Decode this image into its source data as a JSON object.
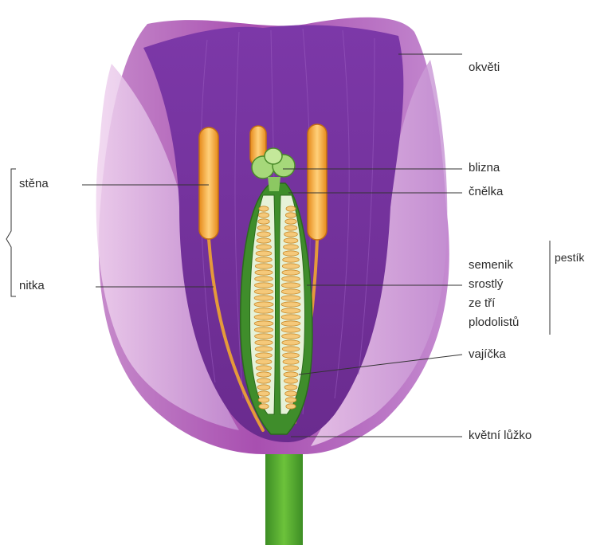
{
  "labels": {
    "okveti": "okvěti",
    "blizna": "blizna",
    "cnelka": "čnělka",
    "semenik": [
      "semenik",
      "srostlý",
      "ze tří",
      "plodolistů"
    ],
    "pestik": "pestík",
    "vajicka": "vajíčka",
    "kvetni_luzko": "květní lůžko",
    "stena": "stěna",
    "nitka": "nitka"
  },
  "colors": {
    "petal_outer": "#b45fb8",
    "petal_inner": "#7a2fa0",
    "petal_light": "#e6b6e6",
    "anther": "#f0a52a",
    "stem": "#4ea62e",
    "ovary": "#3f8d2b",
    "ovule": "#f5c97a"
  }
}
